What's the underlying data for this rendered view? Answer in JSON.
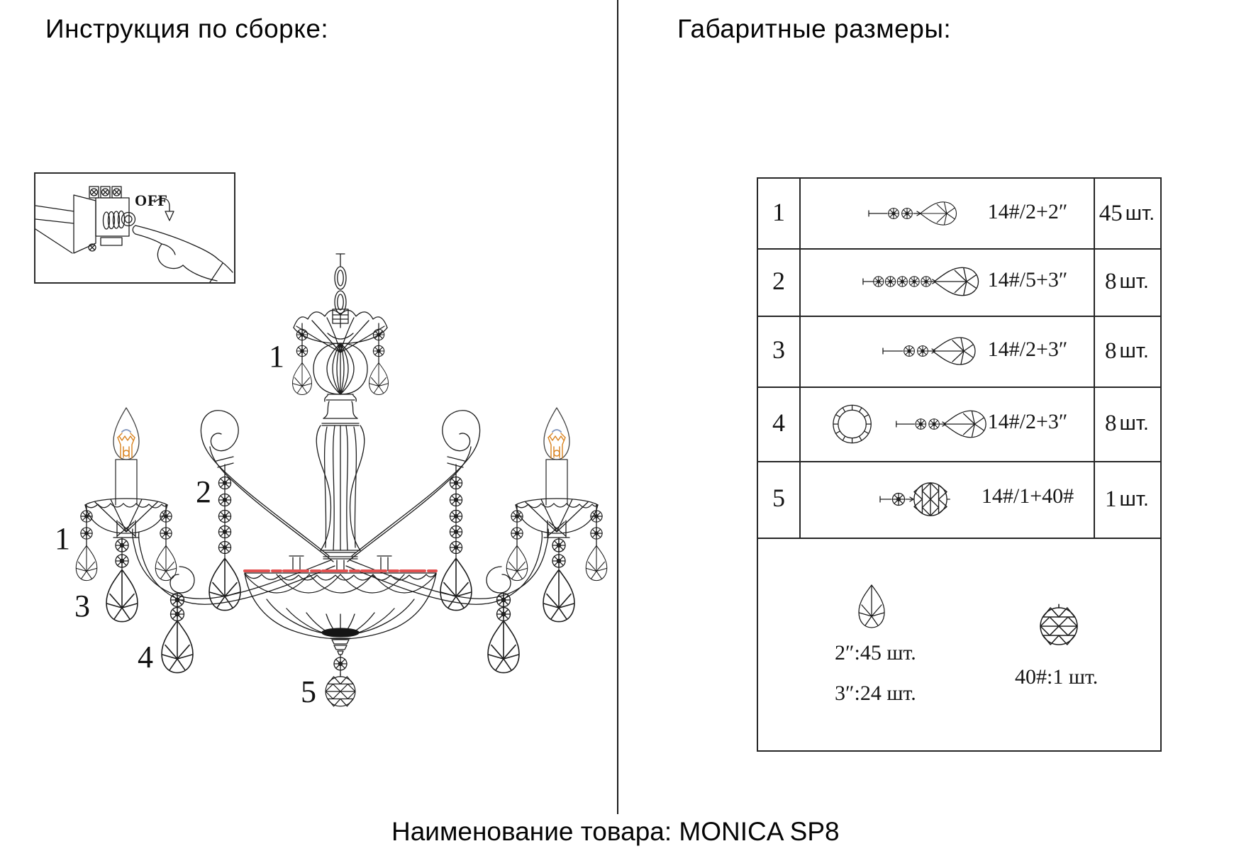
{
  "page": {
    "left_header": "Инструкция по сборке:",
    "right_header": "Габаритные размеры:",
    "footer": "Наименование товара: MONICA SP8"
  },
  "diagram": {
    "off_label": "OFF",
    "part_labels": {
      "crown_strand": "1",
      "scroll_strand": "2",
      "bobeche_strand": "1",
      "center_strand": "3",
      "arm_strand": "4",
      "bottom_ball": "5"
    }
  },
  "table": {
    "rows": [
      {
        "num": "1",
        "icon": "strand-2-beads-pendant",
        "spec": "14#/2+2″",
        "qty_num": "45",
        "qty_unit": "шт."
      },
      {
        "num": "2",
        "icon": "strand-5-beads-pendant",
        "spec": "14#/5+3″",
        "qty_num": "8",
        "qty_unit": "шт."
      },
      {
        "num": "3",
        "icon": "strand-2-beads-pendant",
        "spec": "14#/2+3″",
        "qty_num": "8",
        "qty_unit": "шт."
      },
      {
        "num": "4",
        "icon": "ring-and-strand-2-beads-pendant",
        "spec": "14#/2+3″",
        "qty_num": "8",
        "qty_unit": "шт."
      },
      {
        "num": "5",
        "icon": "strand-1-bead-faceted-ball",
        "spec": "14#/1+40#",
        "qty_num": "1",
        "qty_unit": "шт."
      }
    ],
    "summary": {
      "pendant_2in": "2″:45 шт.",
      "pendant_3in": "3″:24 шт.",
      "ball_40": "40#:1 шт."
    }
  }
}
